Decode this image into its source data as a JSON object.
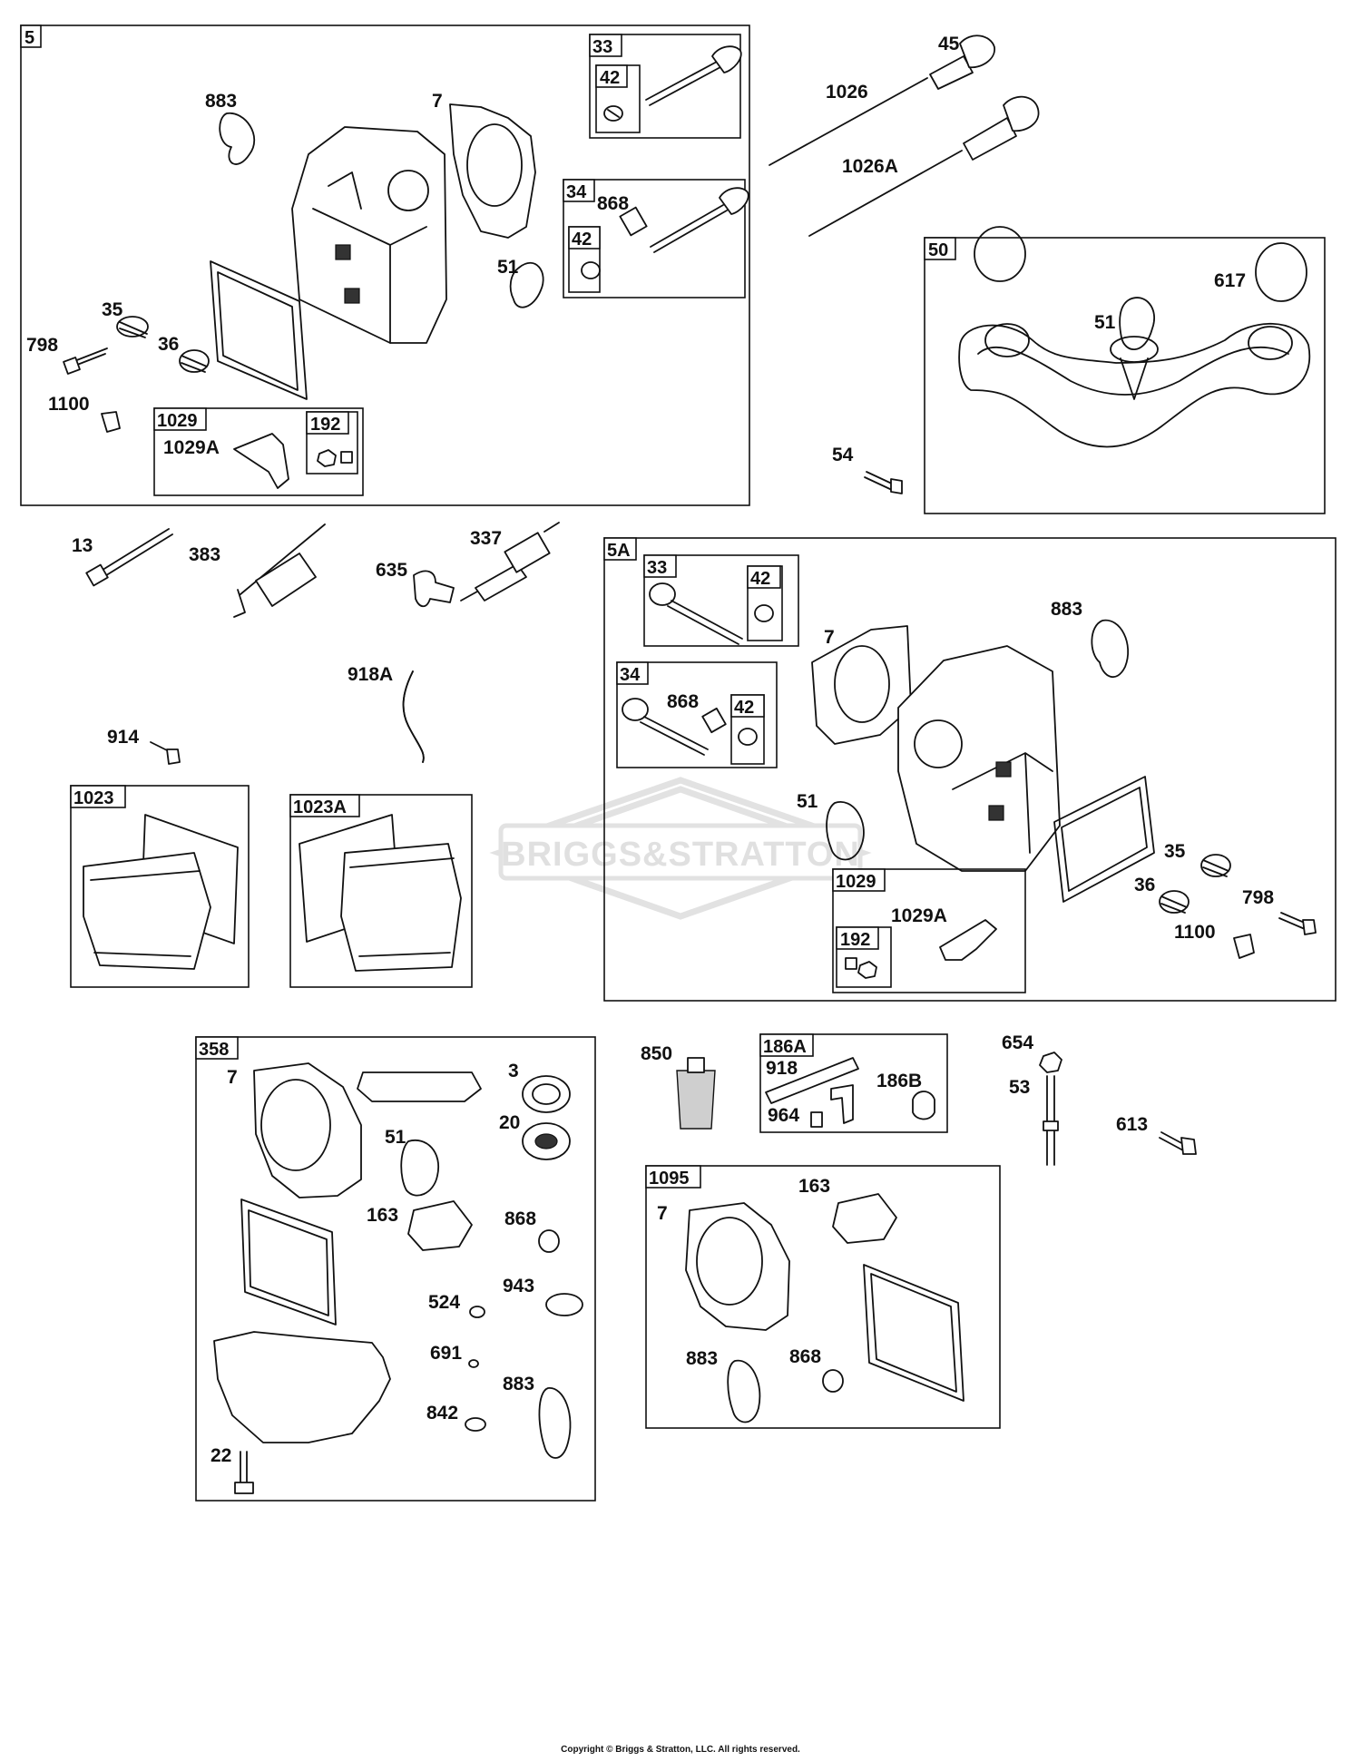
{
  "watermark": "BRIGGS&STRATTON",
  "copyright": "Copyright © Briggs & Stratton, LLC. All rights reserved.",
  "boxes": {
    "b5": "5",
    "b33a": "33",
    "b42a": "42",
    "b34a": "34",
    "b42b": "42",
    "b1029a": "1029",
    "b192a": "192",
    "b50": "50",
    "b5A": "5A",
    "b33b": "33",
    "b42c": "42",
    "b34b": "34",
    "b42d": "42",
    "b1029b": "1029",
    "b192b": "192",
    "b1023": "1023",
    "b1023A": "1023A",
    "b358": "358",
    "b186A": "186A",
    "b1095": "1095"
  },
  "callouts": {
    "c883a": "883",
    "c7a": "7",
    "c45": "45",
    "c1026": "1026",
    "c1026A": "1026A",
    "c868a": "868",
    "c51a": "51",
    "c35a": "35",
    "c798a": "798",
    "c36a": "36",
    "c1100a": "1100",
    "c1029Aa": "1029A",
    "c617": "617",
    "c51b": "51",
    "c54": "54",
    "c13": "13",
    "c383": "383",
    "c337": "337",
    "c635": "635",
    "c918A": "918A",
    "c914": "914",
    "c883b": "883",
    "c7b": "7",
    "c868b": "868",
    "c51c": "51",
    "c35b": "35",
    "c36b": "36",
    "c798b": "798",
    "c1029Ab": "1029A",
    "c1100b": "1100",
    "c7c": "7",
    "c3": "3",
    "c51d": "51",
    "c20": "20",
    "c163a": "163",
    "c868c": "868",
    "c524": "524",
    "c943": "943",
    "c691": "691",
    "c883c": "883",
    "c842": "842",
    "c22": "22",
    "c850": "850",
    "c918": "918",
    "c186B": "186B",
    "c964": "964",
    "c654": "654",
    "c53": "53",
    "c613": "613",
    "c7d": "7",
    "c163b": "163",
    "c883d": "883",
    "c868d": "868"
  }
}
